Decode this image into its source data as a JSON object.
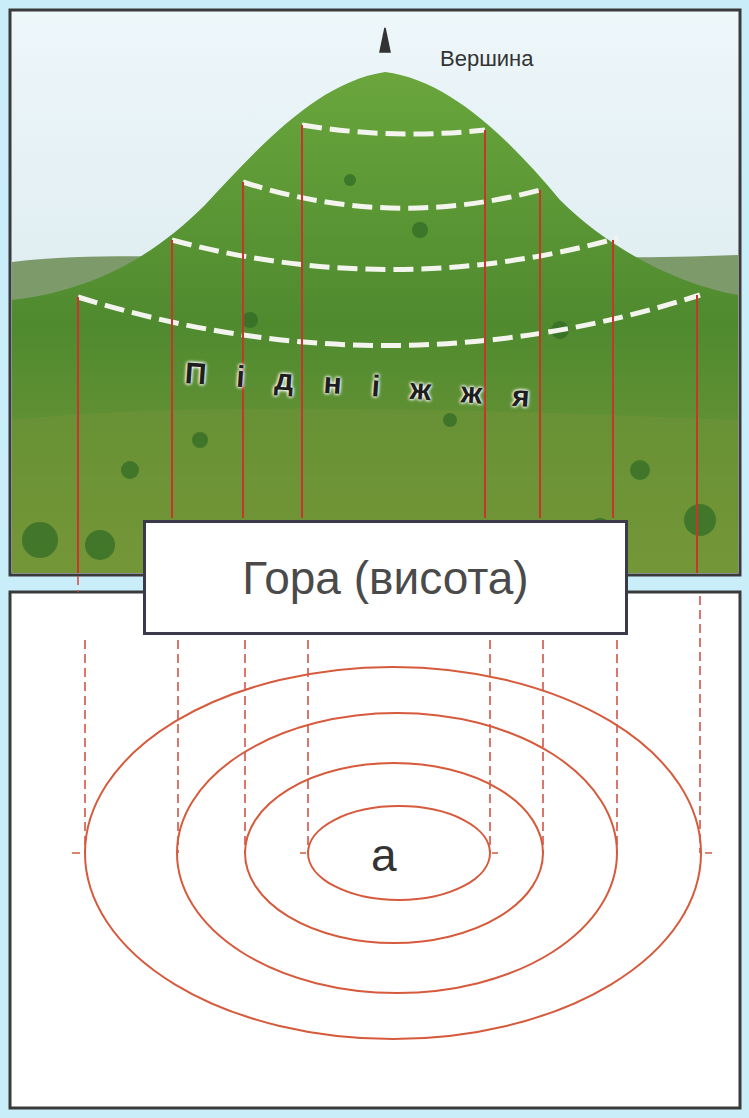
{
  "diagram": {
    "nodes": [
      {
        "text": [
          "Гора (висота)"
        ]
      }
    ],
    "labels": [
      "Вершина",
      "Підніжжя",
      "а"
    ]
  }
}
